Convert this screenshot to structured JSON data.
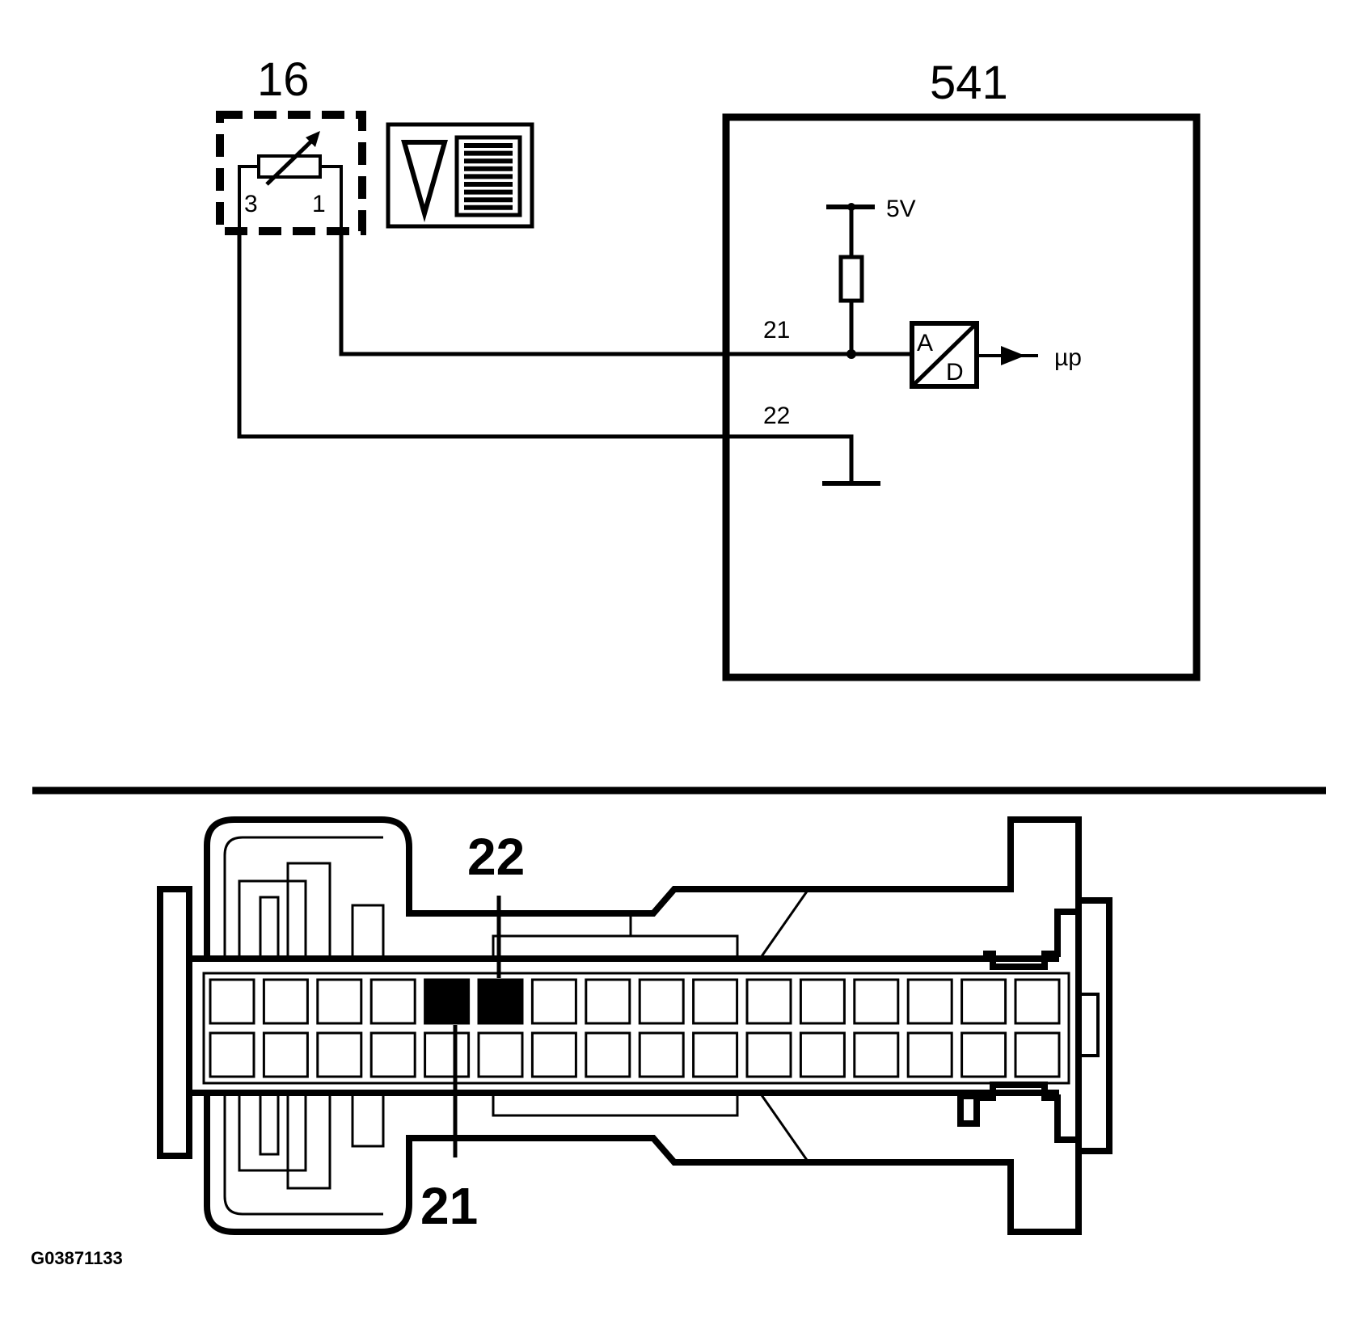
{
  "schematic": {
    "sensor": {
      "id": "16",
      "pin_left": "3",
      "pin_right": "1"
    },
    "module": {
      "id": "541",
      "supply": "5V",
      "converter_in": "A",
      "converter_out": "D",
      "output": "µp"
    },
    "wires": [
      {
        "pin": "21"
      },
      {
        "pin": "22"
      }
    ]
  },
  "connector": {
    "highlight_upper": "22",
    "highlight_lower": "21",
    "rows": 2,
    "cells_per_row": 16,
    "filled": [
      {
        "row": 0,
        "col": 4
      },
      {
        "row": 0,
        "col": 5
      }
    ]
  },
  "footer": {
    "code": "G03871133"
  }
}
